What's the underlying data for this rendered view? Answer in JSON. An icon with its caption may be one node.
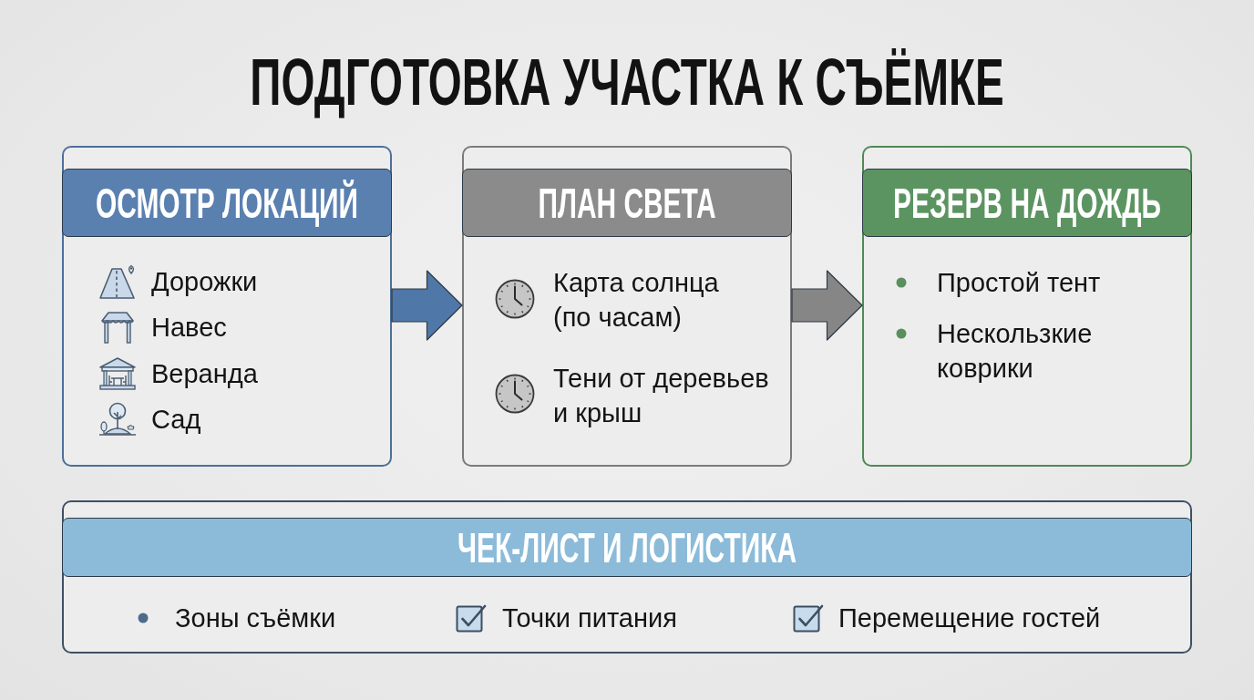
{
  "diagram": {
    "title": "ПОДГОТОВКА УЧАСТКА К СЪЁМКЕ",
    "nodes": [
      {
        "text": [
          "ОСМОТР ЛОКАЦИЙ",
          "Дорожки",
          "Навес",
          "Веранда",
          "Сад"
        ]
      },
      {
        "text": [
          "ПЛАН СВЕТА",
          "Карта солнца (по часам)",
          "Тени от деревьев и крыш"
        ]
      },
      {
        "text": [
          "РЕЗЕРВ НА ДОЖДЬ",
          "Простой тент",
          "Нескользкие коврики"
        ]
      },
      {
        "text": [
          "ЧЕК-ЛИСТ И ЛОГИСТИКА",
          "Зоны съёмки",
          "Точки питания",
          "Перемещение гостей"
        ]
      }
    ],
    "edges": [
      {
        "from": 0,
        "to": 1,
        "arrow": "to",
        "color": "#4f77a8"
      },
      {
        "from": 1,
        "to": 2,
        "arrow": "to",
        "color": "#868686"
      }
    ]
  }
}
